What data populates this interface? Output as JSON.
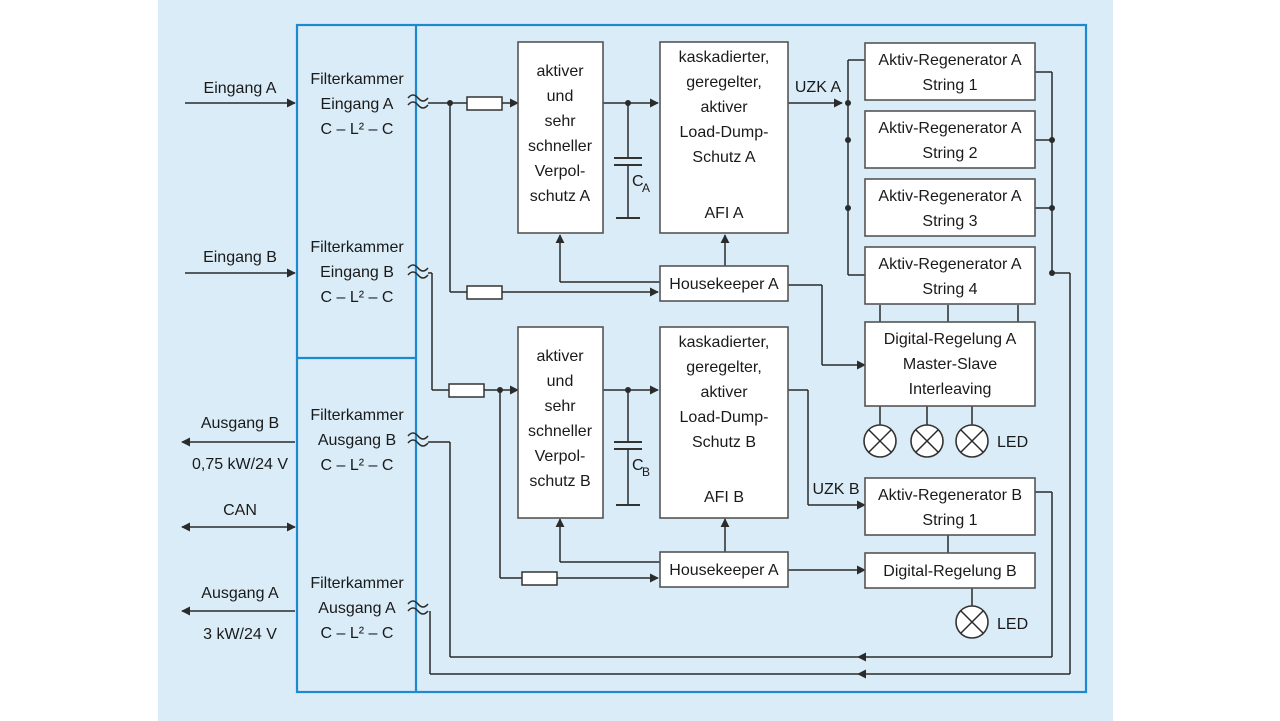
{
  "colors": {
    "background": "#d9ecf8",
    "frame": "#1e88d0",
    "box_fill": "#ffffff",
    "line": "#2b2b2b"
  },
  "io": {
    "eingang_a": "Eingang A",
    "eingang_b": "Eingang B",
    "ausgang_b": "Ausgang B",
    "ausgang_b_power": "0,75 kW/24 V",
    "can": "CAN",
    "ausgang_a": "Ausgang A",
    "ausgang_a_power": "3 kW/24 V"
  },
  "filters": {
    "eingang_a": [
      "Filterkammer",
      "Eingang A",
      "C – L² – C"
    ],
    "eingang_b": [
      "Filterkammer",
      "Eingang B",
      "C – L² – C"
    ],
    "ausgang_b": [
      "Filterkammer",
      "Ausgang B",
      "C – L² – C"
    ],
    "ausgang_a": [
      "Filterkammer",
      "Ausgang A",
      "C – L² – C"
    ]
  },
  "verpol_a": [
    "aktiver",
    "und",
    "sehr",
    "schneller",
    "Verpol-",
    "schutz A"
  ],
  "verpol_b": [
    "aktiver",
    "und",
    "sehr",
    "schneller",
    "Verpol-",
    "schutz B"
  ],
  "cap_a": {
    "letter": "C",
    "sub": "A"
  },
  "cap_b": {
    "letter": "C",
    "sub": "B"
  },
  "loaddump_a": [
    "kaskadierter,",
    "geregelter,",
    "aktiver",
    "Load-Dump-",
    "Schutz A",
    "AFI A"
  ],
  "loaddump_b": [
    "kaskadierter,",
    "geregelter,",
    "aktiver",
    "Load-Dump-",
    "Schutz B",
    "AFI B"
  ],
  "housekeeper_a": "Housekeeper A",
  "housekeeper_b": "Housekeeper A",
  "uzk_a": "UZK A",
  "uzk_b": "UZK B",
  "regen_a": [
    [
      "Aktiv-Regenerator A",
      "String 1"
    ],
    [
      "Aktiv-Regenerator A",
      "String 2"
    ],
    [
      "Aktiv-Regenerator A",
      "String 3"
    ],
    [
      "Aktiv-Regenerator A",
      "String 4"
    ]
  ],
  "regelung_a": [
    "Digital-Regelung A",
    "Master-Slave",
    "Interleaving"
  ],
  "regen_b": [
    "Aktiv-Regenerator B",
    "String 1"
  ],
  "regelung_b": "Digital-Regelung B",
  "led_a": "LED",
  "led_b": "LED"
}
